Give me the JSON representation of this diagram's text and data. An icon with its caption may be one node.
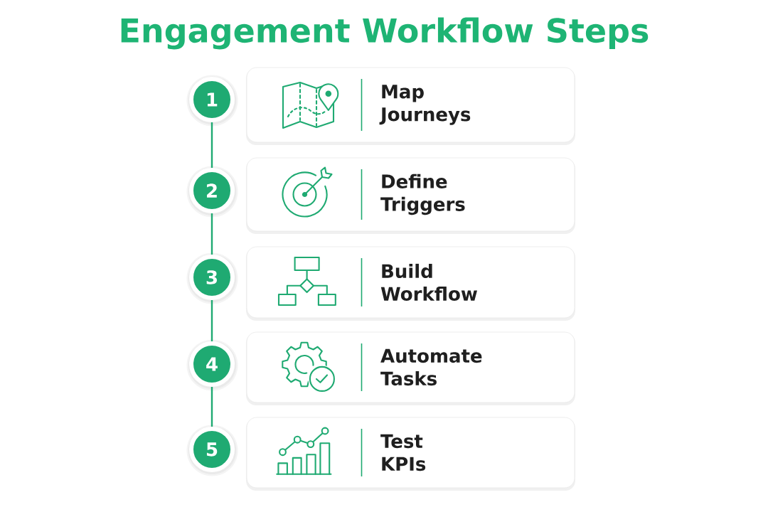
{
  "diagram": {
    "title": "Engagement Workflow Steps",
    "nodes": [
      {
        "text": [
          "1"
        ]
      },
      {
        "text": [
          "Map Journeys"
        ]
      },
      {
        "text": [
          "2"
        ]
      },
      {
        "text": [
          "Define Triggers"
        ]
      },
      {
        "text": [
          "3"
        ]
      },
      {
        "text": [
          "Build Workflow"
        ]
      },
      {
        "text": [
          "4"
        ]
      },
      {
        "text": [
          "Automate Tasks"
        ]
      },
      {
        "text": [
          "5"
        ]
      },
      {
        "text": [
          "Test KPIs"
        ]
      }
    ],
    "edges": [
      {
        "from": 0,
        "to": 2,
        "arrow": "none"
      },
      {
        "from": 2,
        "to": 4,
        "arrow": "none"
      },
      {
        "from": 4,
        "to": 6,
        "arrow": "none"
      },
      {
        "from": 6,
        "to": 8,
        "arrow": "none"
      }
    ]
  }
}
